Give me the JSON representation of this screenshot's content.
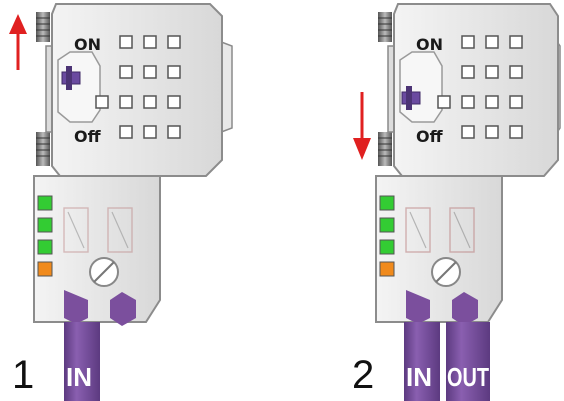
{
  "figures": [
    {
      "number": "1",
      "on_label": "ON",
      "off_label": "Off",
      "arrow_direction": "up",
      "switch_position": "ON",
      "cable_labels": [
        "IN"
      ]
    },
    {
      "number": "2",
      "on_label": "ON",
      "off_label": "Off",
      "arrow_direction": "down",
      "switch_position": "Off",
      "cable_labels": [
        "IN",
        "OUT"
      ]
    }
  ],
  "colors": {
    "cable": "#7b4f9d",
    "arrow": "#e02020",
    "led_green": "#33cc33",
    "led_orange": "#f08a1c",
    "housing": "#e4e4e4"
  }
}
